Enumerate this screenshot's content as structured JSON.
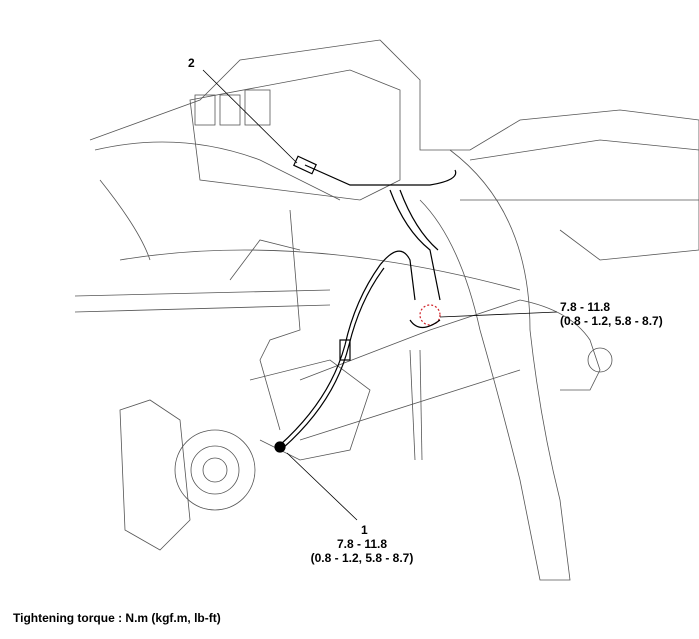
{
  "callouts": {
    "item2": {
      "number": "2"
    },
    "right": {
      "torque": "7.8 - 11.8",
      "alt": "(0.8 - 1.2, 5.8 - 8.7)"
    },
    "item1": {
      "number": "1",
      "torque": "7.8 - 11.8",
      "alt": "(0.8 - 1.2, 5.8 - 8.7)"
    }
  },
  "footer": {
    "note": "Tightening torque : N.m (kgf.m, lb-ft)"
  },
  "colors": {
    "line": "#000000",
    "highlight": "#d0232a"
  }
}
